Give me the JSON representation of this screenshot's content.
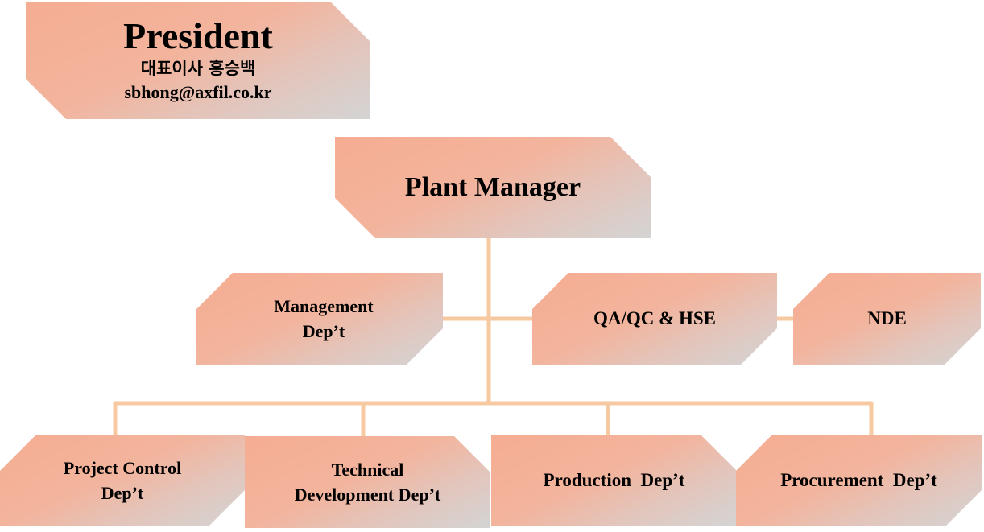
{
  "president": {
    "title": "President",
    "name_ko": "대표이사 홍승백",
    "email": "sbhong@axfil.co.kr"
  },
  "plant_manager": {
    "title": "Plant Manager"
  },
  "middle_units": {
    "management": {
      "line1": "Management",
      "line2": "Dep’t"
    },
    "qaqc_hse": "QA/QC & HSE",
    "nde": "NDE"
  },
  "departments": {
    "project_control": {
      "line1": "Project Control",
      "line2": "Dep’t"
    },
    "technical_development": {
      "line1": "Technical",
      "line2": "Development Dep’t"
    },
    "production": "Production  Dep’t",
    "procurement": "Procurement  Dep’t"
  },
  "colors": {
    "box_fill": "#f5ad92",
    "box_fade": "#d4d4d4",
    "connector": "#f7c9a0"
  }
}
